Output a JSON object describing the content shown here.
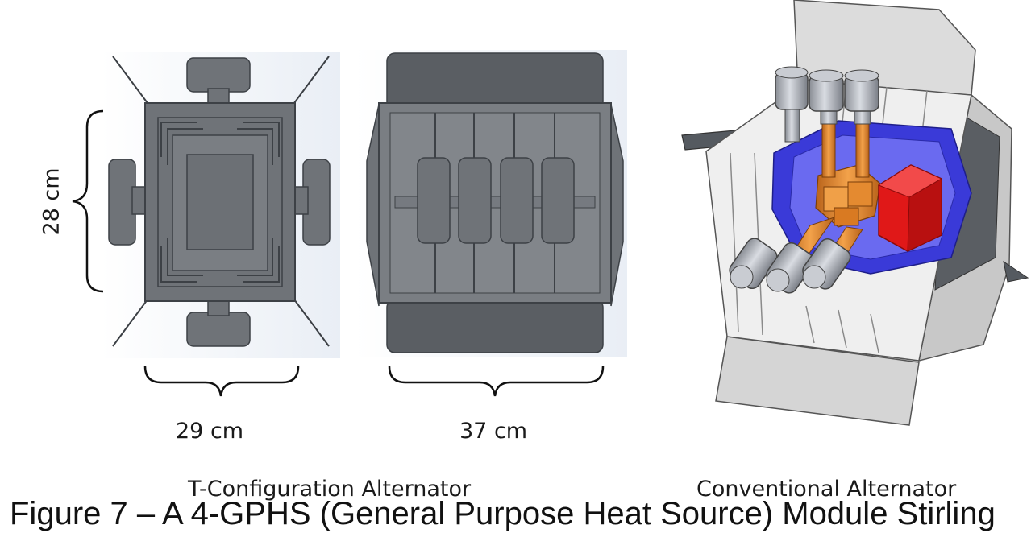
{
  "dimensions": {
    "height": "28 cm",
    "width_t_config": "29 cm",
    "width_side": "37 cm"
  },
  "titles": {
    "t_config": "T-Configuration Alternator",
    "conventional": "Conventional Alternator"
  },
  "caption": "Figure 7 – A 4-GPHS (General Purpose Heat Source) Module Stirling",
  "colors": {
    "housing_gray": "#6f7378",
    "housing_dark": "#55595e",
    "insulation_blue": "#3a3ad8",
    "heat_source_red": "#e01818",
    "heater_head_orange": "#e0892a",
    "panel_white": "#eeeeee"
  }
}
